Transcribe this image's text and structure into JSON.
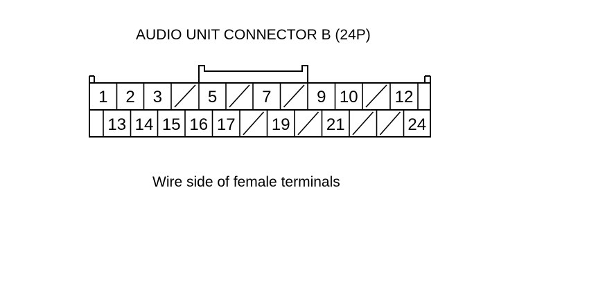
{
  "diagram": {
    "title": "AUDIO UNIT CONNECTOR B (24P)",
    "caption": "Wire side of female terminals",
    "row1": [
      "1",
      "2",
      "3",
      "",
      "5",
      "",
      "7",
      "",
      "9",
      "10",
      "",
      "12"
    ],
    "row2": [
      "13",
      "14",
      "15",
      "16",
      "17",
      "",
      "19",
      "",
      "21",
      "",
      "",
      "24"
    ],
    "colors": {
      "line": "#000000",
      "background": "#ffffff"
    }
  }
}
